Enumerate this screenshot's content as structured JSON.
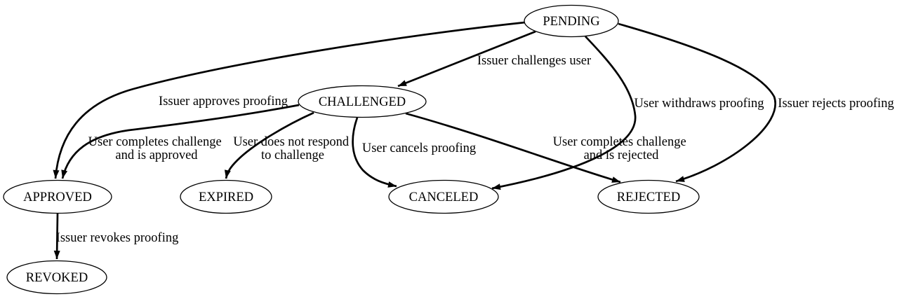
{
  "diagram": {
    "type": "state-machine-digraph",
    "colors": {
      "background": "#ffffff",
      "node_fill": "#ffffff",
      "stroke": "#000000",
      "text": "#000000"
    },
    "nodes": [
      {
        "id": "pending",
        "label": "PENDING"
      },
      {
        "id": "challenged",
        "label": "CHALLENGED"
      },
      {
        "id": "approved",
        "label": "APPROVED"
      },
      {
        "id": "expired",
        "label": "EXPIRED"
      },
      {
        "id": "canceled",
        "label": "CANCELED"
      },
      {
        "id": "rejected",
        "label": "REJECTED"
      },
      {
        "id": "revoked",
        "label": "REVOKED"
      }
    ],
    "edges": [
      {
        "from": "PENDING",
        "to": "CHALLENGED",
        "label": "Issuer challenges user",
        "lines": [
          "Issuer challenges user"
        ]
      },
      {
        "from": "PENDING",
        "to": "APPROVED",
        "label": "Issuer approves proofing",
        "lines": [
          "Issuer approves proofing"
        ]
      },
      {
        "from": "PENDING",
        "to": "CANCELED",
        "label": "User withdraws proofing",
        "lines": [
          "User withdraws proofing"
        ]
      },
      {
        "from": "PENDING",
        "to": "REJECTED",
        "label": "Issuer rejects proofing",
        "lines": [
          "Issuer rejects proofing"
        ]
      },
      {
        "from": "CHALLENGED",
        "to": "APPROVED",
        "label": "User completes challenge and is approved",
        "lines": [
          "User completes challenge",
          "and is approved"
        ]
      },
      {
        "from": "CHALLENGED",
        "to": "EXPIRED",
        "label": "User does not respond to challenge",
        "lines": [
          "User does not respond",
          "to challenge"
        ]
      },
      {
        "from": "CHALLENGED",
        "to": "CANCELED",
        "label": "User cancels proofing",
        "lines": [
          "User cancels proofing"
        ]
      },
      {
        "from": "CHALLENGED",
        "to": "REJECTED",
        "label": "User completes challenge and is rejected",
        "lines": [
          "User completes challenge",
          "and is rejected"
        ]
      },
      {
        "from": "APPROVED",
        "to": "REVOKED",
        "label": "Issuer revokes proofing",
        "lines": [
          "Issuer revokes proofing"
        ]
      }
    ]
  }
}
